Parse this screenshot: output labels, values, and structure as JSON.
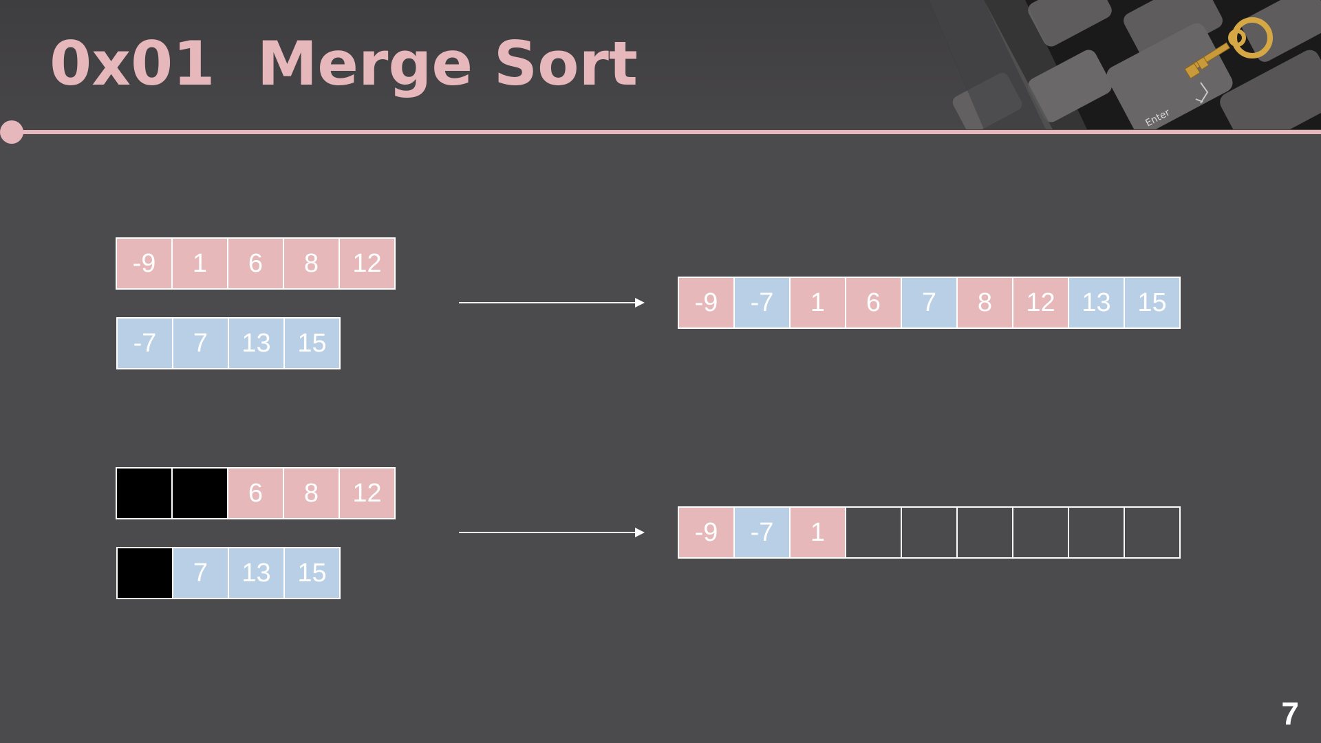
{
  "slide": {
    "title": "0x01  Merge Sort",
    "page_number": "7",
    "header_image_icon": "keyboard-key-photo-icon",
    "accent_color": "#e6b8bb",
    "background_color": "#4b4a4c"
  },
  "cell_colors": {
    "pink": "#e6b8b9",
    "blue": "#b9cfe6",
    "black": "#000000"
  },
  "diagram": {
    "step1": {
      "left_array": [
        "-9",
        "1",
        "6",
        "8",
        "12"
      ],
      "right_array": [
        "-7",
        "7",
        "13",
        "15"
      ],
      "merged": [
        {
          "value": "-9",
          "color": "pink"
        },
        {
          "value": "-7",
          "color": "blue"
        },
        {
          "value": "1",
          "color": "pink"
        },
        {
          "value": "6",
          "color": "pink"
        },
        {
          "value": "7",
          "color": "blue"
        },
        {
          "value": "8",
          "color": "pink"
        },
        {
          "value": "12",
          "color": "pink"
        },
        {
          "value": "13",
          "color": "blue"
        },
        {
          "value": "15",
          "color": "blue"
        }
      ]
    },
    "step2": {
      "left_array": [
        {
          "value": "",
          "color": "black"
        },
        {
          "value": "",
          "color": "black"
        },
        {
          "value": "6",
          "color": "pink"
        },
        {
          "value": "8",
          "color": "pink"
        },
        {
          "value": "12",
          "color": "pink"
        }
      ],
      "right_array": [
        {
          "value": "",
          "color": "black"
        },
        {
          "value": "7",
          "color": "blue"
        },
        {
          "value": "13",
          "color": "blue"
        },
        {
          "value": "15",
          "color": "blue"
        }
      ],
      "merged": [
        {
          "value": "-9",
          "color": "pink"
        },
        {
          "value": "-7",
          "color": "blue"
        },
        {
          "value": "1",
          "color": "pink"
        },
        {
          "value": "",
          "color": "empty"
        },
        {
          "value": "",
          "color": "empty"
        },
        {
          "value": "",
          "color": "empty"
        },
        {
          "value": "",
          "color": "empty"
        },
        {
          "value": "",
          "color": "empty"
        },
        {
          "value": "",
          "color": "empty"
        }
      ]
    }
  }
}
